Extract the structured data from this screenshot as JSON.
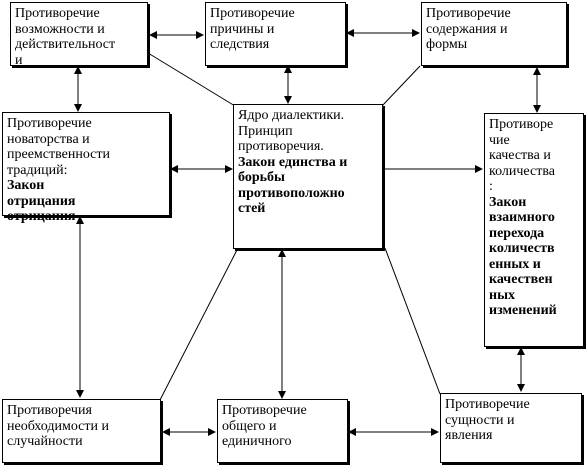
{
  "nodes": {
    "possibility": {
      "text": "Противоречие\nвозможности и\nдействительност\nи",
      "bold": ""
    },
    "cause": {
      "text": "Противоречие\nпричины и\nследствия",
      "bold": ""
    },
    "content": {
      "text": "Противоречие\nсодержания и\nформы",
      "bold": ""
    },
    "novelty": {
      "text": "Противоречие\nноваторства и\nпреемственности\nтрадиций: ",
      "bold": "Закон\nотрицания\nотрицания"
    },
    "core": {
      "text": "Ядро диалектики.\nПринцип\nпротиворечия.",
      "bold": "Закон единства и\nборьбы\nпротивоположно\nстей"
    },
    "quality": {
      "text": "Противоре\nчие\nкачества и\nколичества\n: ",
      "bold": "Закон\nвзаимного\nперехода\nколичеств\nенных и\nкачествен\nных\nизменений"
    },
    "necessity": {
      "text": "Противоречия\nнеобходимости и\nслучайности",
      "bold": ""
    },
    "general": {
      "text": "Противоречие\nобщего и\nединичного",
      "bold": ""
    },
    "essence": {
      "text": "Противоречие\nсущности и\nявления",
      "bold": ""
    }
  }
}
